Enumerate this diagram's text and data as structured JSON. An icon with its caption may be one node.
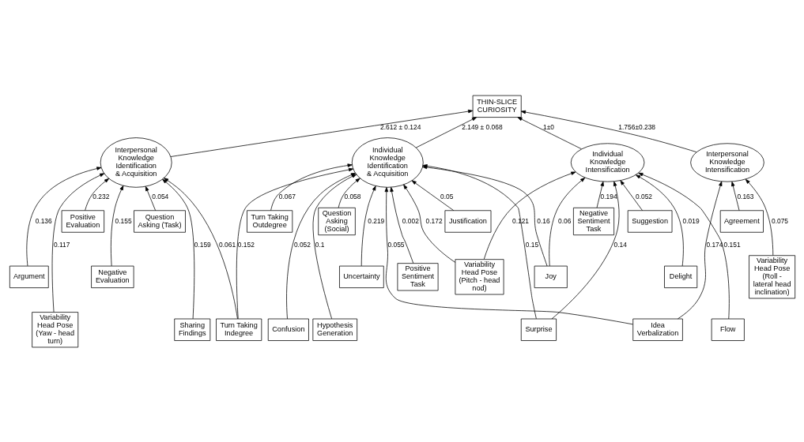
{
  "diagram": {
    "nodes": [
      {
        "text": [
          "THIN-SLICE CURIOSITY"
        ]
      },
      {
        "text": [
          "Positive Evaluation"
        ]
      },
      {
        "text": [
          "Negative Evaluation"
        ]
      },
      {
        "text": [
          "Sharing Findings"
        ]
      },
      {
        "text": [
          "Question Asking (Task)"
        ]
      },
      {
        "text": [
          "Argument"
        ]
      },
      {
        "text": [
          "Variability Head Pose (Yaw - head turn)"
        ]
      },
      {
        "text": [
          "Interpersonal Knowledge Identification & Acquisition"
        ]
      },
      {
        "text": [
          "Individual Knowledge Intensification"
        ]
      },
      {
        "text": [
          "Interpersonal Knowledge Intensification"
        ]
      },
      {
        "text": [
          "Individual Knowledge Identification & Acquisition"
        ]
      },
      {
        "text": [
          "Uncertainty"
        ]
      },
      {
        "text": [
          "Hypothesis Generation"
        ]
      },
      {
        "text": [
          "Justification"
        ]
      },
      {
        "text": [
          "Positive Sentiment Task"
        ]
      },
      {
        "text": [
          "Turn Taking Indegree"
        ]
      },
      {
        "text": [
          "Turn Taking Outdegree"
        ]
      },
      {
        "text": [
          "Variability Head Pose (Pitch - head nod)"
        ]
      },
      {
        "text": [
          "Confusion"
        ]
      },
      {
        "text": [
          "Question Asking (Social)"
        ]
      },
      {
        "text": [
          "Joy"
        ]
      },
      {
        "text": [
          "Surprise"
        ]
      },
      {
        "text": [
          "Negative Sentiment Task"
        ]
      },
      {
        "text": [
          "Delight"
        ]
      },
      {
        "text": [
          "Flow"
        ]
      },
      {
        "text": [
          "Suggestion"
        ]
      },
      {
        "text": [
          "Agreement"
        ]
      },
      {
        "text": [
          "Variability Head Pose (Roll - lateral head inclination)"
        ]
      },
      {
        "text": [
          "Idea Verbalization"
        ]
      }
    ],
    "edges": [
      {
        "from": 7,
        "to": 0,
        "arrow": "to",
        "label": "2.612 ± 0.124"
      },
      {
        "from": 8,
        "to": 0,
        "arrow": "to",
        "label": "1±0"
      },
      {
        "from": 9,
        "to": 0,
        "arrow": "to",
        "label": "1.756±0.238"
      },
      {
        "from": 10,
        "to": 0,
        "arrow": "to",
        "label": "2.149 ± 0.068"
      },
      {
        "from": 1,
        "to": 7,
        "arrow": "to",
        "label": "0.232"
      },
      {
        "from": 2,
        "to": 7,
        "arrow": "to",
        "label": "0.155"
      },
      {
        "from": 3,
        "to": 7,
        "arrow": "to",
        "label": "0.159"
      },
      {
        "from": 4,
        "to": 7,
        "arrow": "to",
        "label": "0.054"
      },
      {
        "from": 5,
        "to": 7,
        "arrow": "to",
        "label": "0.136"
      },
      {
        "from": 6,
        "to": 7,
        "arrow": "to",
        "label": "0.117"
      },
      {
        "from": 15,
        "to": 7,
        "arrow": "to",
        "label": "0.061"
      },
      {
        "from": 22,
        "to": 8,
        "arrow": "to",
        "label": "0.194"
      },
      {
        "from": 23,
        "to": 8,
        "arrow": "to",
        "label": "0.019"
      },
      {
        "from": 24,
        "to": 8,
        "arrow": "to",
        "label": "0.151"
      },
      {
        "from": 25,
        "to": 8,
        "arrow": "to",
        "label": "0.052"
      },
      {
        "from": 17,
        "to": 8,
        "arrow": "to",
        "label": "0.121"
      },
      {
        "from": 21,
        "to": 8,
        "arrow": "to",
        "label": "0.14"
      },
      {
        "from": 20,
        "to": 8,
        "arrow": "to",
        "label": "0.06"
      },
      {
        "from": 26,
        "to": 9,
        "arrow": "to",
        "label": "0.163"
      },
      {
        "from": 27,
        "to": 9,
        "arrow": "to",
        "label": "0.075"
      },
      {
        "from": 28,
        "to": 9,
        "arrow": "to",
        "label": "0.174"
      },
      {
        "from": 28,
        "to": 10,
        "arrow": "to",
        "label": "0.055"
      },
      {
        "from": 11,
        "to": 10,
        "arrow": "to",
        "label": "0.219"
      },
      {
        "from": 12,
        "to": 10,
        "arrow": "to",
        "label": "0.1"
      },
      {
        "from": 13,
        "to": 10,
        "arrow": "to",
        "label": "0.05"
      },
      {
        "from": 14,
        "to": 10,
        "arrow": "to",
        "label": "0.002"
      },
      {
        "from": 15,
        "to": 10,
        "arrow": "to",
        "label": "0.152"
      },
      {
        "from": 16,
        "to": 10,
        "arrow": "to",
        "label": "0.067"
      },
      {
        "from": 17,
        "to": 10,
        "arrow": "to",
        "label": "0.172"
      },
      {
        "from": 18,
        "to": 10,
        "arrow": "to",
        "label": "0.052"
      },
      {
        "from": 19,
        "to": 10,
        "arrow": "to",
        "label": "0.058"
      },
      {
        "from": 20,
        "to": 10,
        "arrow": "to",
        "label": "0.16"
      },
      {
        "from": 21,
        "to": 10,
        "arrow": "to",
        "label": "0.15"
      }
    ]
  }
}
